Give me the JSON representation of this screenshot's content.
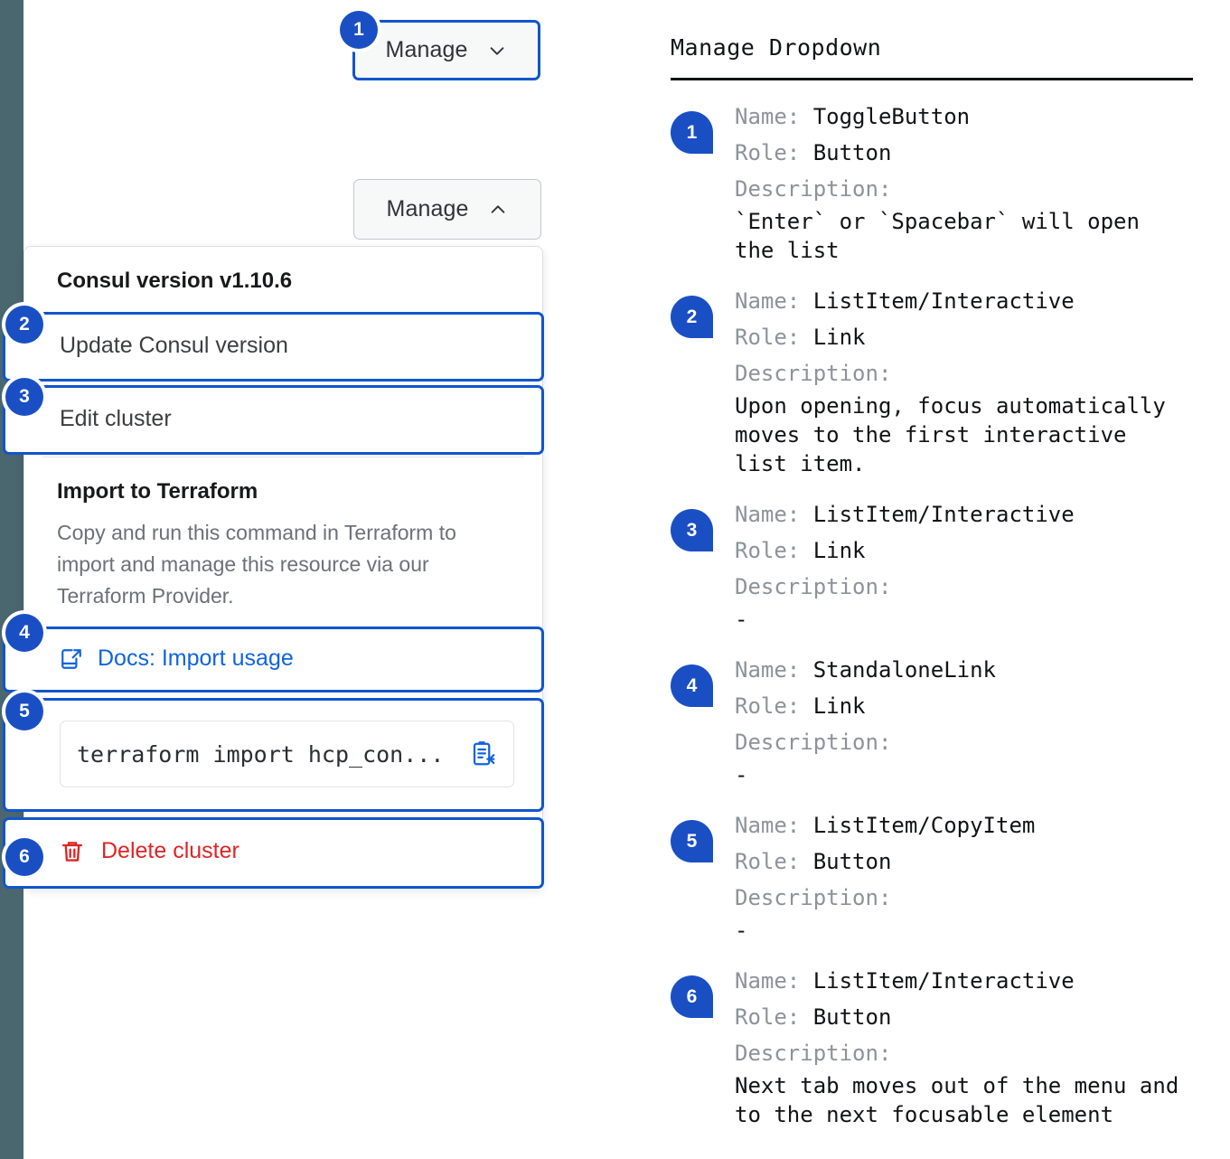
{
  "rail": {
    "color": "#4a666e"
  },
  "accent": {
    "blue": "#1155cc",
    "badge_blue": "#1a4fc4",
    "link_blue": "#1063e0",
    "danger_red": "#e02424"
  },
  "demo": {
    "toggle_focused": {
      "label": "Manage",
      "icon": "chevron-down-icon",
      "pin": "1"
    },
    "toggle_open": {
      "label": "Manage",
      "icon": "chevron-up-icon"
    },
    "dropdown": {
      "header": "Consul version v1.10.6",
      "items": [
        {
          "pin": "2",
          "label": "Update Consul version"
        },
        {
          "pin": "3",
          "label": "Edit cluster"
        }
      ],
      "section": {
        "title": "Import to Terraform",
        "body": "Copy and run this command in Terraform to import and manage this resource via our Terraform Provider.",
        "doc_link": {
          "pin": "4",
          "label": "Docs: Import usage",
          "icon": "external-link-doc-icon"
        },
        "code": {
          "pin": "5",
          "value": "terraform import hcp_con...",
          "copy_icon": "copy-to-clipboard-icon"
        }
      },
      "danger": {
        "pin": "6",
        "label": "Delete cluster",
        "icon": "trash-icon"
      }
    }
  },
  "panel": {
    "title": "Manage Dropdown",
    "labels": {
      "name": "Name:",
      "role": "Role:",
      "description": "Description:"
    },
    "annotations": [
      {
        "number": "1",
        "name": "ToggleButton",
        "role": "Button",
        "description": "`Enter` or `Spacebar` will open\nthe list"
      },
      {
        "number": "2",
        "name": "ListItem/Interactive",
        "role": "Link",
        "description": "Upon opening, focus automatically\nmoves to the first interactive\nlist item."
      },
      {
        "number": "3",
        "name": "ListItem/Interactive",
        "role": "Link",
        "description": "-"
      },
      {
        "number": "4",
        "name": "StandaloneLink",
        "role": "Link",
        "description": "-"
      },
      {
        "number": "5",
        "name": "ListItem/CopyItem",
        "role": "Button",
        "description": "-"
      },
      {
        "number": "6",
        "name": "ListItem/Interactive",
        "role": "Button",
        "description": "Next tab moves out of the menu and\nto the next focusable element"
      }
    ]
  }
}
